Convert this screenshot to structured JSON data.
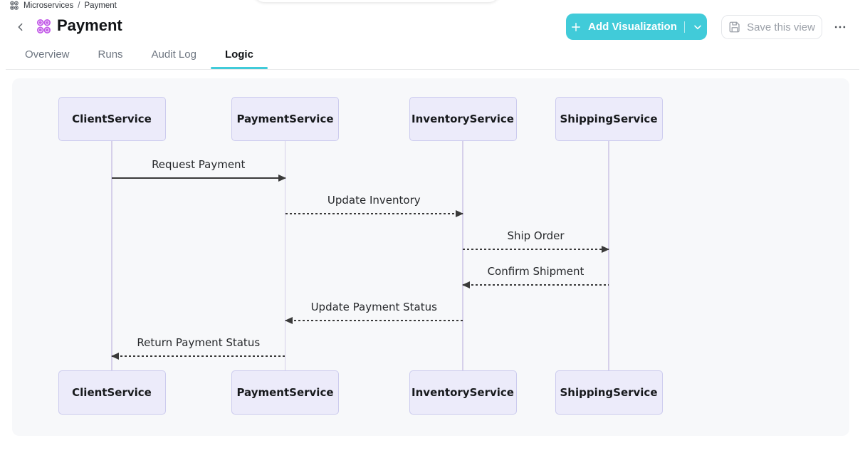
{
  "breadcrumb": {
    "items": [
      "Microservices",
      "Payment"
    ],
    "separator": "/",
    "icon": "microservices-icon"
  },
  "header": {
    "title": "Payment",
    "icon": "microservices-app-icon"
  },
  "actions": {
    "add_visualization": {
      "label": "Add Visualization",
      "icons": [
        "plus-icon",
        "chevron-down-icon"
      ]
    },
    "save_view": {
      "label": "Save this view",
      "icon": "save-icon"
    },
    "more": {
      "icon": "ellipsis-icon"
    }
  },
  "tabs": [
    {
      "label": "Overview",
      "active": false
    },
    {
      "label": "Runs",
      "active": false
    },
    {
      "label": "Audit Log",
      "active": false
    },
    {
      "label": "Logic",
      "active": true
    }
  ],
  "colors": {
    "accent_teal": "#41cbd9",
    "icon_purple": "#c35be8",
    "canvas_bg": "#f7f8fa",
    "actor_fill": "#ecebfa",
    "actor_border": "#cccbee",
    "lifeline": "#d6d0ea",
    "arrow": "#3a3a3a"
  },
  "diagram": {
    "type": "sequence",
    "participants": [
      "ClientService",
      "PaymentService",
      "InventoryService",
      "ShippingService"
    ],
    "messages": [
      {
        "label": "Request Payment",
        "from": 0,
        "to": 1,
        "line": "solid"
      },
      {
        "label": "Update Inventory",
        "from": 1,
        "to": 2,
        "line": "dashed"
      },
      {
        "label": "Ship Order",
        "from": 2,
        "to": 3,
        "line": "dashed"
      },
      {
        "label": "Confirm Shipment",
        "from": 3,
        "to": 2,
        "line": "dashed"
      },
      {
        "label": "Update Payment Status",
        "from": 2,
        "to": 1,
        "line": "dashed"
      },
      {
        "label": "Return Payment Status",
        "from": 1,
        "to": 0,
        "line": "dashed"
      }
    ]
  }
}
